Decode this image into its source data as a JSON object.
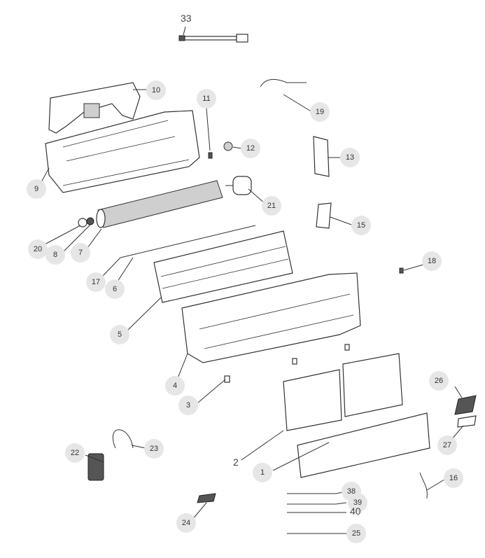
{
  "figure_kind": "exploded-parts-diagram",
  "parts": [
    {
      "label": "33",
      "style": "plain"
    },
    {
      "label": "10",
      "style": "badge"
    },
    {
      "label": "11",
      "style": "badge"
    },
    {
      "label": "19",
      "style": "badge"
    },
    {
      "label": "12",
      "style": "badge"
    },
    {
      "label": "13",
      "style": "badge"
    },
    {
      "label": "9",
      "style": "badge"
    },
    {
      "label": "21",
      "style": "badge"
    },
    {
      "label": "15",
      "style": "badge"
    },
    {
      "label": "20",
      "style": "badge"
    },
    {
      "label": "8",
      "style": "badge"
    },
    {
      "label": "7",
      "style": "badge"
    },
    {
      "label": "18",
      "style": "badge"
    },
    {
      "label": "17",
      "style": "badge"
    },
    {
      "label": "6",
      "style": "badge"
    },
    {
      "label": "5",
      "style": "badge"
    },
    {
      "label": "4",
      "style": "badge"
    },
    {
      "label": "3",
      "style": "badge"
    },
    {
      "label": "26",
      "style": "badge"
    },
    {
      "label": "27",
      "style": "badge"
    },
    {
      "label": "22",
      "style": "badge"
    },
    {
      "label": "23",
      "style": "badge"
    },
    {
      "label": "2",
      "style": "plain"
    },
    {
      "label": "1",
      "style": "badge"
    },
    {
      "label": "16",
      "style": "badge"
    },
    {
      "label": "38",
      "style": "badge"
    },
    {
      "label": "39",
      "style": "badge"
    },
    {
      "label": "40",
      "style": "plain"
    },
    {
      "label": "24",
      "style": "badge"
    },
    {
      "label": "25",
      "style": "badge"
    }
  ]
}
